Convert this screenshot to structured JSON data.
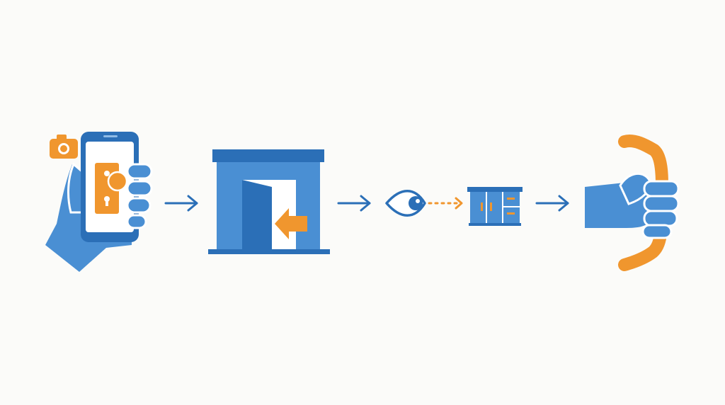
{
  "colors": {
    "background": "#fbfbf9",
    "primary_blue": "#4a8fd3",
    "dark_blue": "#2b6fb7",
    "accent_orange": "#f0962e",
    "white": "#ffffff"
  },
  "steps": [
    {
      "id": "scan",
      "icon": "hand-holding-phone-with-lock-photo-icon",
      "badge_icon": "camera-icon"
    },
    {
      "id": "enter",
      "icon": "open-doorway-with-enter-arrow-icon"
    },
    {
      "id": "locate",
      "icon": "eye-looking-at-cabinet-icon"
    },
    {
      "id": "grab",
      "icon": "fist-gripping-handle-icon"
    }
  ],
  "connectors": [
    {
      "from": "scan",
      "to": "enter",
      "style": "solid-arrow"
    },
    {
      "from": "enter",
      "to": "locate",
      "style": "solid-arrow"
    },
    {
      "from": "eye",
      "to": "cabinet",
      "style": "dotted-arrow"
    },
    {
      "from": "locate",
      "to": "grab",
      "style": "solid-arrow"
    }
  ]
}
